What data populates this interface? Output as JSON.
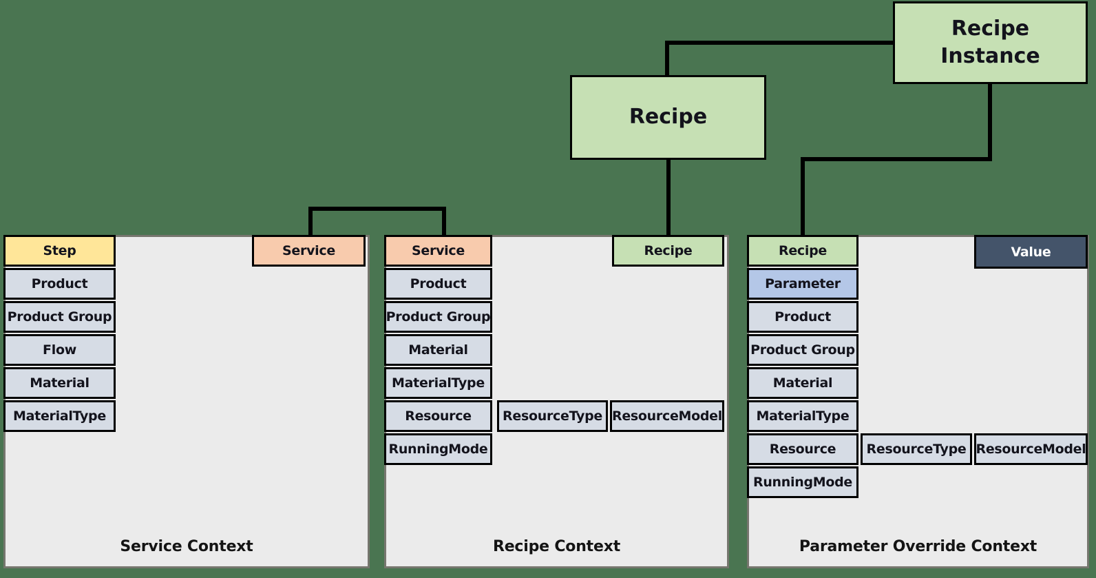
{
  "colors": {
    "background": "#4A7551",
    "panel_fill": "#EBEBEB",
    "panel_border": "#76766E",
    "row_fill": "#D6DCE5",
    "row_border": "#000000",
    "yellow": "#FFE699",
    "orange": "#F8CBAD",
    "green": "#C6E0B4",
    "blue": "#B4C7E7",
    "dark": "#44546A",
    "connector": "#000000",
    "text": "#13131C",
    "value_text": "#FFFFFF"
  },
  "nodes": {
    "recipe_instance": {
      "label": "Recipe\nInstance"
    },
    "recipe": {
      "label": "Recipe"
    }
  },
  "panels": [
    {
      "title": "Service Context",
      "corner": {
        "label": "Service"
      },
      "rows": [
        {
          "label": "Step"
        },
        {
          "label": "Product"
        },
        {
          "label": "Product Group"
        },
        {
          "label": "Flow"
        },
        {
          "label": "Material"
        },
        {
          "label": "MaterialType"
        }
      ]
    },
    {
      "title": "Recipe Context",
      "corner": {
        "label": "Recipe"
      },
      "rows": [
        {
          "label": "Service"
        },
        {
          "label": "Product"
        },
        {
          "label": "Product Group"
        },
        {
          "label": "Material"
        },
        {
          "label": "MaterialType"
        },
        {
          "label": "Resource",
          "extras": [
            "ResourceType",
            "ResourceModel"
          ]
        },
        {
          "label": "RunningMode"
        }
      ]
    },
    {
      "title": "Parameter Override Context",
      "corner": {
        "label": "Value"
      },
      "rows": [
        {
          "label": "Recipe"
        },
        {
          "label": "Parameter"
        },
        {
          "label": "Product"
        },
        {
          "label": "Product Group"
        },
        {
          "label": "Material"
        },
        {
          "label": "MaterialType"
        },
        {
          "label": "Resource",
          "extras": [
            "ResourceType",
            "ResourceModel"
          ]
        },
        {
          "label": "RunningMode"
        }
      ]
    }
  ]
}
